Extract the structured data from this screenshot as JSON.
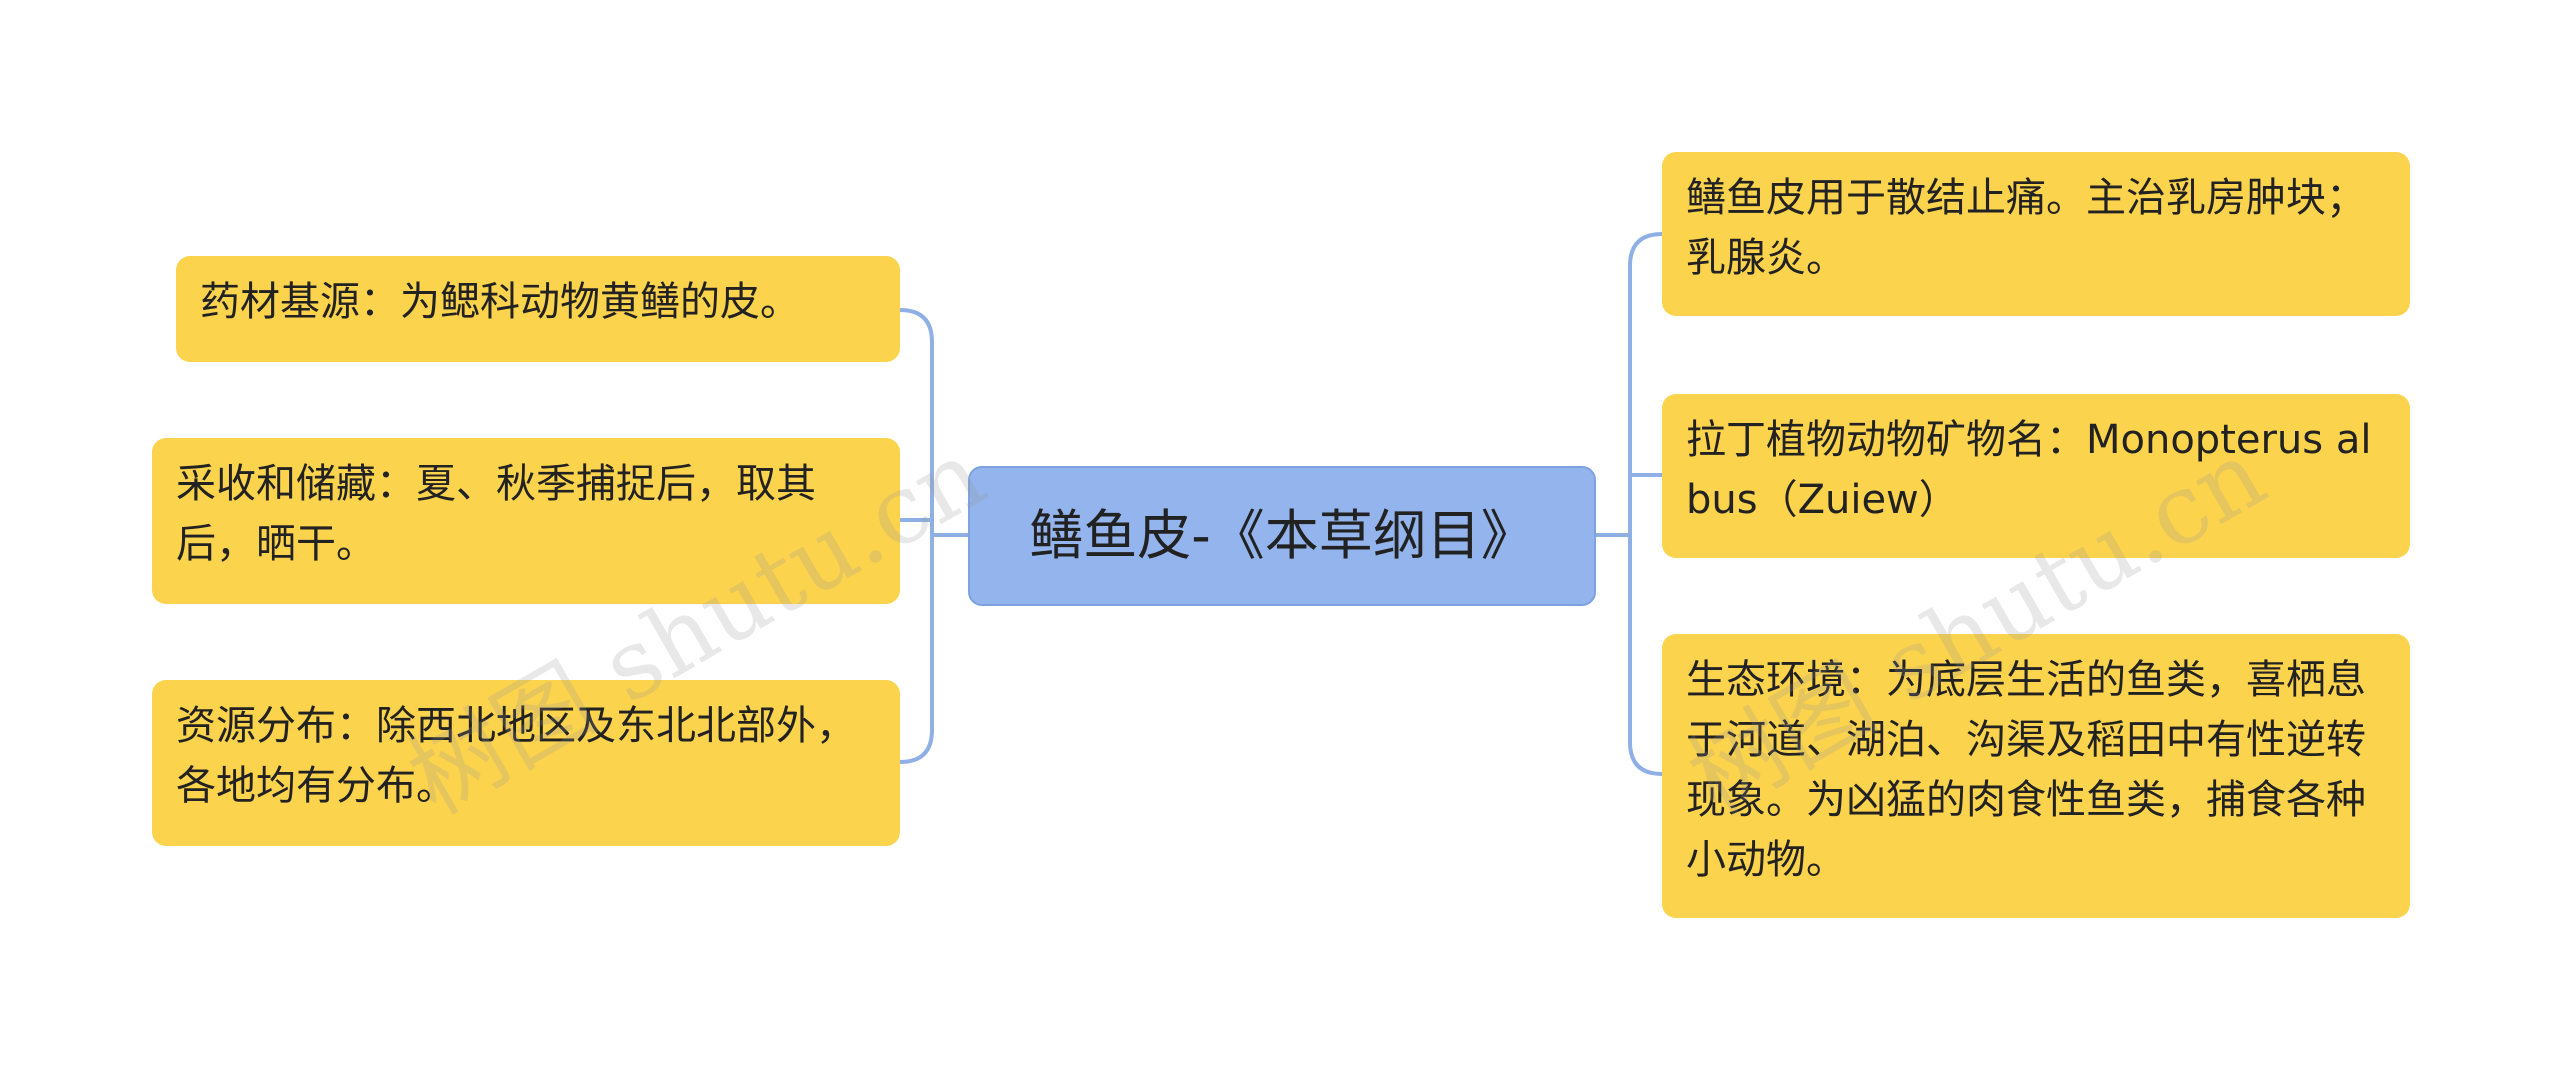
{
  "root": {
    "label": "鳝鱼皮-《本草纲目》"
  },
  "left_nodes": [
    {
      "text": "药材基源：为鳃科动物黄鳝的皮。"
    },
    {
      "text": "采收和储藏：夏、秋季捕捉后，取其后，晒干。"
    },
    {
      "text": "资源分布：除西北地区及东北北部外，各地均有分布。"
    }
  ],
  "right_nodes": [
    {
      "text": "鳝鱼皮用于散结止痛。主治乳房肿块；乳腺炎。"
    },
    {
      "text": "拉丁植物动物矿物名：Monopterus albus（Zuiew）"
    },
    {
      "text": "生态环境：为底层生活的鱼类，喜栖息于河道、湖泊、沟渠及稻田中有性逆转现象。为凶猛的肉食性鱼类，捕食各种小动物。"
    }
  ],
  "watermark": {
    "text": "树图 shutu.cn"
  },
  "colors": {
    "node": "#fcd34d",
    "root": "#93b4ec",
    "connector": "#8fb0e6"
  }
}
